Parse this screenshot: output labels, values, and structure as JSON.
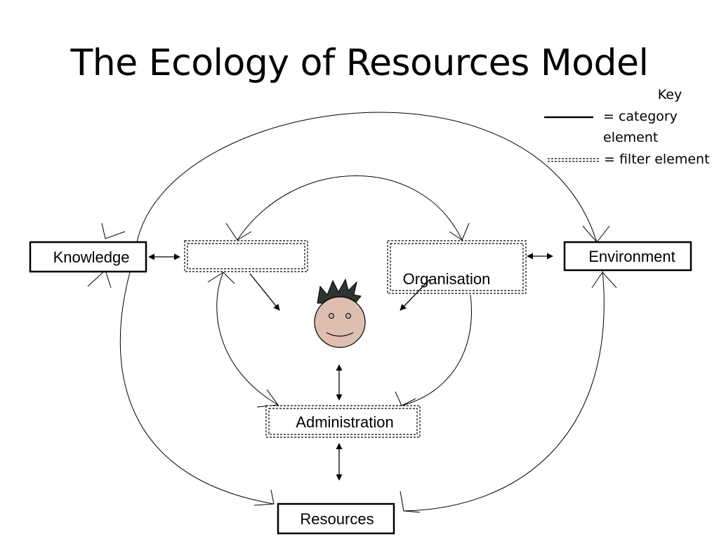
{
  "title": "The Ecology of Resources Model",
  "key": {
    "heading": "Key",
    "category_line1": "= category",
    "category_line2": "element",
    "filter": "= filter element"
  },
  "nodes": {
    "knowledge": "Knowledge",
    "environment": "Environment",
    "organisation": "Organisation",
    "administration": "Administration",
    "resources": "Resources",
    "knowledge_filter": ""
  },
  "colors": {
    "face": "#dfbeb2",
    "hair": "#2e3430",
    "line": "#000000"
  },
  "icons": [
    "learner-face-icon"
  ]
}
